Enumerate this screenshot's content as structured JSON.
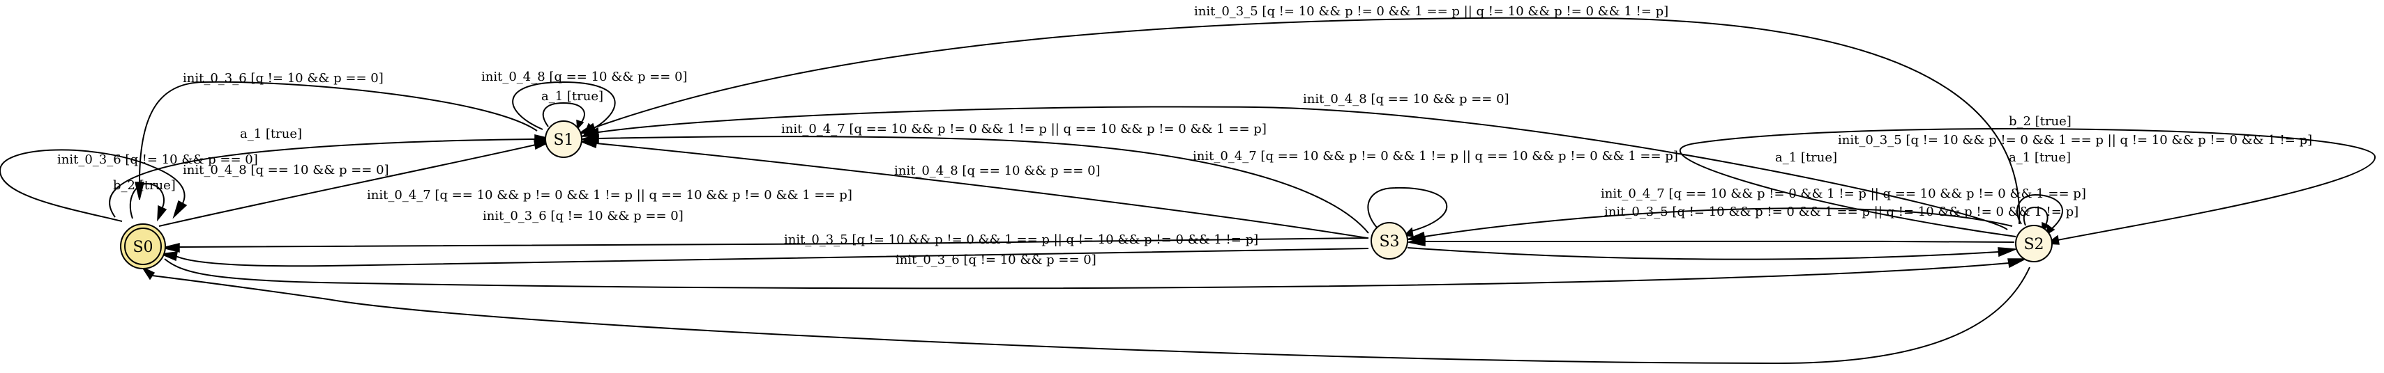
{
  "colors": {
    "initial_node_fill": "#f6e79a",
    "node_fill": "#fdf6dc",
    "stroke": "#000000",
    "background": "#ffffff"
  },
  "nodes": {
    "s0": {
      "label": "S0",
      "initial": true
    },
    "s1": {
      "label": "S1"
    },
    "s2": {
      "label": "S2"
    },
    "s3": {
      "label": "S3"
    }
  },
  "edges": {
    "s0_s1_init_0_4_8": "init_0_4_8 [q == 10 && p == 0]",
    "s0_s1_a_1": "a_1 [true]",
    "s1_s0_init_0_3_6": "init_0_3_6 [q != 10 && p == 0]",
    "s0_loop_b_2": "b_2 [true]",
    "s0_loop_init_0_3_6": "init_0_3_6 [q != 10 && p == 0]",
    "s1_loop_init_0_4_8": "init_0_4_8 [q == 10 && p == 0]",
    "s1_loop_a_1": "a_1 [true]",
    "s2_s1_init_0_3_5": "init_0_3_5 [q != 10 && p != 0 && 1 == p || q != 10 && p != 0 && 1 != p]",
    "s2_s1_init_0_4_8": "init_0_4_8 [q == 10 && p == 0]",
    "s3_s1_init_0_4_7": "init_0_4_7 [q == 10 && p != 0 && 1 != p || q == 10 && p != 0 && 1 == p]",
    "s3_s1_init_0_4_8": "init_0_4_8 [q == 10 && p == 0]",
    "s3_loop_init_0_4_7": "init_0_4_7 [q == 10 && p != 0 && 1 != p || q == 10 && p != 0 && 1 == p]",
    "s3_s0_init_0_4_7": "init_0_4_7 [q == 10 && p != 0 && 1 != p || q == 10 && p != 0 && 1 == p]",
    "s3_s0_init_0_3_6": "init_0_3_6 [q != 10 && p == 0]",
    "s0_s2_init_0_3_5": "init_0_3_5 [q != 10 && p != 0 && 1 == p || q != 10 && p != 0 && 1 != p]",
    "s2_s0_init_0_3_6": "init_0_3_6 [q != 10 && p == 0]",
    "s2_s3_a_1": "a_1 [true]",
    "s2_s3_init_0_4_7": "init_0_4_7 [q == 10 && p != 0 && 1 != p || q == 10 && p != 0 && 1 == p]",
    "s3_s2_init_0_3_5": "init_0_3_5 [q != 10 && p != 0 && 1 == p || q != 10 && p != 0 && 1 != p]",
    "s2_loop_b_2": "b_2 [true]",
    "s2_loop_init_0_3_5": "init_0_3_5 [q != 10 && p != 0 && 1 == p || q != 10 && p != 0 && 1 != p]",
    "s2_loop_a_1": "a_1 [true]"
  }
}
